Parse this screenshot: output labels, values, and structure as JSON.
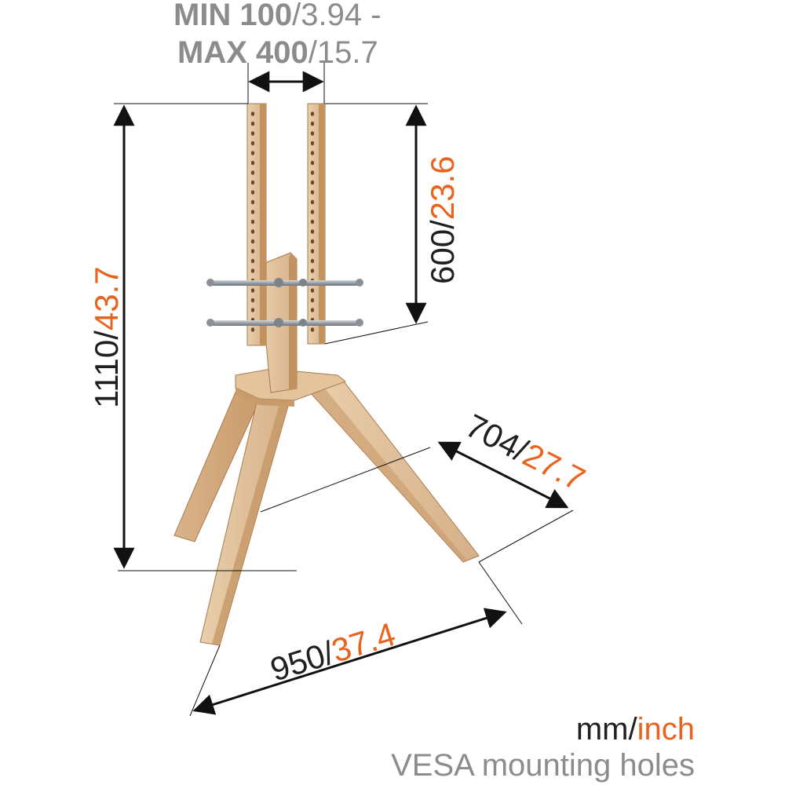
{
  "vesa_label": {
    "line1_bold": "MIN 100",
    "line1_rest": "/3.94 -",
    "line2_bold": "MAX 400",
    "line2_rest": "/15.7"
  },
  "dimensions": {
    "height_total": {
      "mm": "1110/",
      "inch": "43.7"
    },
    "height_plates": {
      "mm": "600/",
      "inch": "23.6"
    },
    "depth": {
      "mm": "704/",
      "inch": "27.7"
    },
    "width": {
      "mm": "950/",
      "inch": "37.4"
    }
  },
  "legend": {
    "unit_mm": "mm/",
    "unit_inch": "inch",
    "caption": "VESA mounting holes"
  },
  "colors": {
    "wood_light": "#e6c9a4",
    "wood_mid": "#d9b48a",
    "wood_dark": "#b98a5d",
    "metal": "#a9adb3",
    "orange": "#e8641e",
    "gray_text": "#8c8c8c",
    "dark_text": "#1f1f1f"
  }
}
